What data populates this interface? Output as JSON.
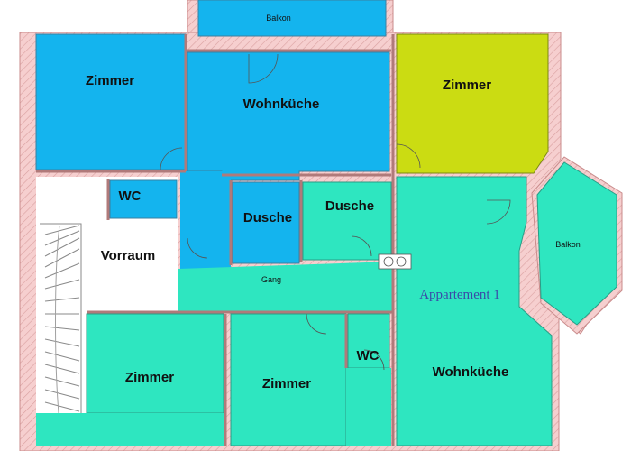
{
  "colors": {
    "wall": "#f4c7c7",
    "wall_line": "#c98b8b",
    "blue": "#14b4ee",
    "teal": "#2ee6c0",
    "lime": "#cbdc12",
    "white": "#ffffff"
  },
  "rooms": {
    "balkon_top": "Balkon",
    "zimmer_tl": "Zimmer",
    "wohnkueche_top": "Wohnküche",
    "zimmer_tr": "Zimmer",
    "wc_top": "WC",
    "dusche_left": "Dusche",
    "dusche_right": "Dusche",
    "vorraum": "Vorraum",
    "balkon_right": "Balkon",
    "gang": "Gang",
    "appartement": "Appartement 1",
    "wc_bottom": "WC",
    "zimmer_bl": "Zimmer",
    "zimmer_bm": "Zimmer",
    "wohnkueche_bottom": "Wohnküche"
  }
}
